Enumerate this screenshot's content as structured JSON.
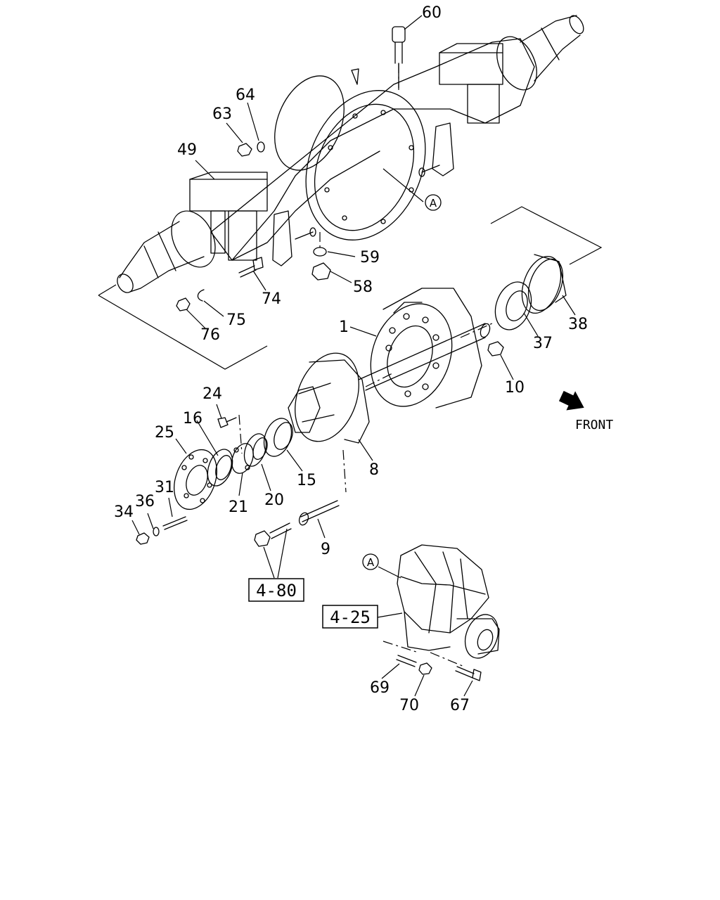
{
  "part_numbers": {
    "p1": "1",
    "p8": "8",
    "p9": "9",
    "p10": "10",
    "p15": "15",
    "p16": "16",
    "p20": "20",
    "p21": "21",
    "p24": "24",
    "p25": "25",
    "p31": "31",
    "p34": "34",
    "p36": "36",
    "p37": "37",
    "p38": "38",
    "p49": "49",
    "p58": "58",
    "p59": "59",
    "p60": "60",
    "p63": "63",
    "p64": "64",
    "p67": "67",
    "p69": "69",
    "p70": "70",
    "p74": "74",
    "p75": "75",
    "p76": "76"
  },
  "refs": {
    "r480": "4-80",
    "r425": "4-25"
  },
  "markers": {
    "a": "A"
  },
  "front_label": "FRONT"
}
